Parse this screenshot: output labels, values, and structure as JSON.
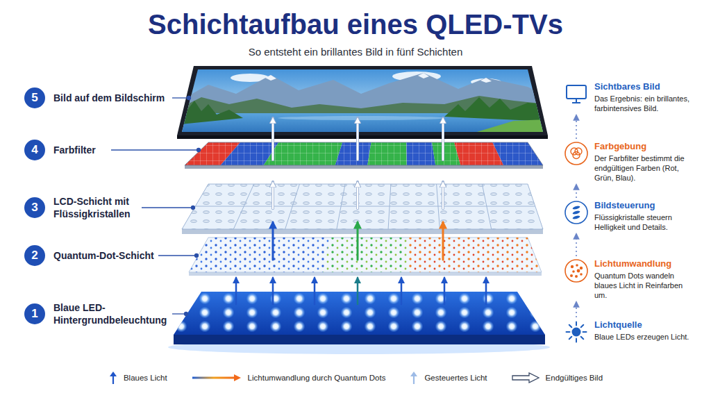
{
  "diagram": {
    "title": "Schichtaufbau eines QLED-TVs",
    "nodes": [
      {
        "text": [
          "5",
          "Bild auf dem Bildschirm"
        ]
      },
      {
        "text": [
          "4",
          "Farbfilter"
        ]
      },
      {
        "text": [
          "3",
          "LCD-Schicht mit Flüssigkristallen"
        ]
      },
      {
        "text": [
          "2",
          "Quantum-Dot-Schicht"
        ]
      },
      {
        "text": [
          "1",
          "Blaue LED- Hintergrundbeleuchtung"
        ]
      },
      {
        "text": [
          "Sichtbares Bild",
          "Das Ergebnis: ein brillantes, farbintensives Bild."
        ]
      },
      {
        "text": [
          "Farbgebung",
          "Der Farbfilter bestimmt die endgültigen Farben (Rot, Grün, Blau)."
        ]
      },
      {
        "text": [
          "Bildsteuerung",
          "Flüssigkristalle steuern Helligkeit und Details."
        ]
      },
      {
        "text": [
          "Lichtumwandlung",
          "Quantum Dots wandeln blaues Licht in Reinfarben um."
        ]
      },
      {
        "text": [
          "Lichtquelle",
          "Blaue LEDs erzeugen Licht."
        ]
      }
    ],
    "edges": [
      {
        "from": 9,
        "to": 8,
        "arrow": "to"
      },
      {
        "from": 8,
        "to": 7,
        "arrow": "to"
      },
      {
        "from": 7,
        "to": 6,
        "arrow": "to"
      },
      {
        "from": 6,
        "to": 5,
        "arrow": "to"
      }
    ],
    "labels": [
      "So entsteht ein brillantes Bild in fünf Schichten"
    ],
    "legend": [
      {
        "text": "Blaues Licht"
      },
      {
        "text": "Lichtumwandlung durch Quantum Dots"
      },
      {
        "text": "Gesteuertes Licht"
      },
      {
        "text": "Endgültiges Bild"
      }
    ]
  }
}
